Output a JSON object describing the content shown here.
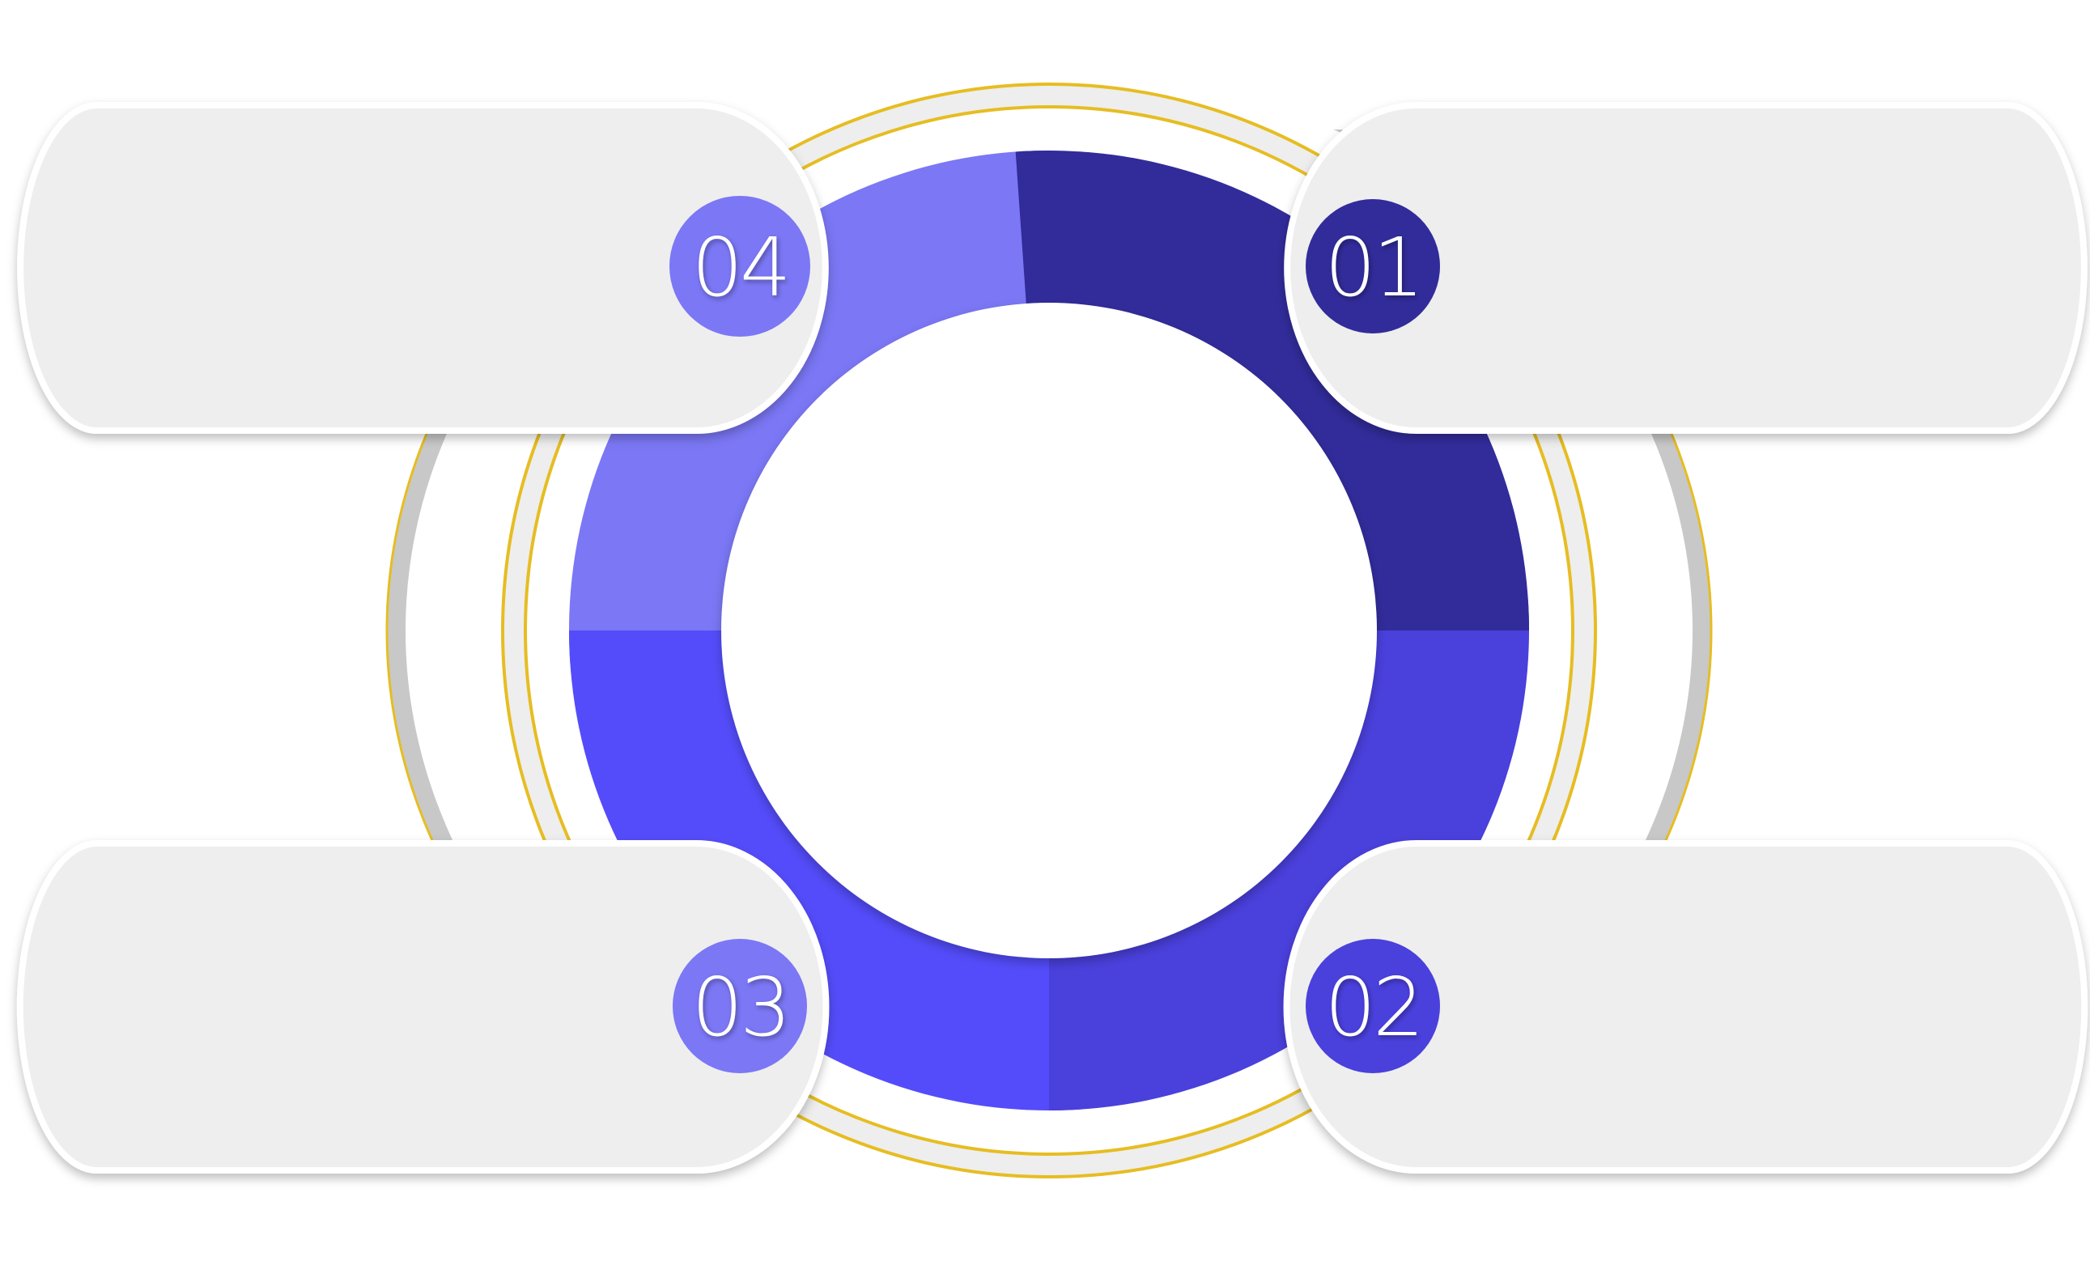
{
  "colors": {
    "segment_01": "#312c9a",
    "segment_02": "#4a40dc",
    "segment_03": "#544cfa",
    "segment_04": "#7b77f5",
    "ring_accent": "#e6bd22",
    "ring_fill": "#eeeeee",
    "box_fill": "#eeeeee"
  },
  "steps": [
    {
      "number": "01"
    },
    {
      "number": "02"
    },
    {
      "number": "03"
    },
    {
      "number": "04"
    }
  ]
}
